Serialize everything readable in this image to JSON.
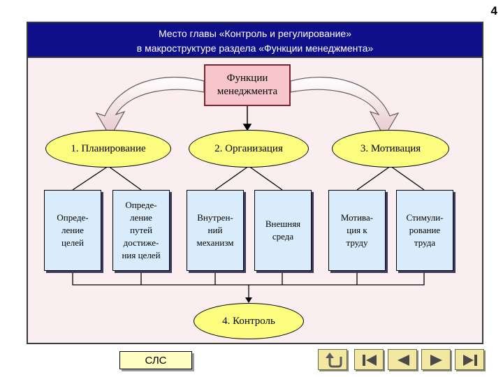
{
  "page_number": "4",
  "header": {
    "line1": "Место главы «Контроль и регулирование»",
    "line2": "в макроструктуре раздела «Функции менеджмента»"
  },
  "top_box": {
    "line1": "Функции",
    "line2": "менеджмента"
  },
  "functions": [
    {
      "label": "1. Планирование"
    },
    {
      "label": "2. Организация"
    },
    {
      "label": "3. Мотивация"
    }
  ],
  "subitems": [
    {
      "lines": [
        "Опреде-",
        "ление",
        "целей"
      ]
    },
    {
      "lines": [
        "Опреде-",
        "ление",
        "путей",
        "достиже-",
        "ния целей"
      ]
    },
    {
      "lines": [
        "Внутрен-",
        "ний",
        "механизм"
      ]
    },
    {
      "lines": [
        "Внешняя",
        "среда"
      ]
    },
    {
      "lines": [
        "Мотива-",
        "ция к",
        "труду"
      ]
    },
    {
      "lines": [
        "Стимули-",
        "рование",
        "труда"
      ]
    }
  ],
  "control": {
    "label": "4. Контроль"
  },
  "footer": {
    "slc_label": "СЛС",
    "nav_icons": [
      "return-icon",
      "first-icon",
      "prev-icon",
      "next-icon",
      "last-icon"
    ]
  },
  "colors": {
    "header_bg": "#0f0f8c",
    "frame_bg": "#fbeef0",
    "ellipse_fill": "#fcfc7e",
    "subitem_fill": "#d8ecfb",
    "top_box_fill": "#f7c6cc",
    "arrow_fill": "#f2dfe3"
  }
}
